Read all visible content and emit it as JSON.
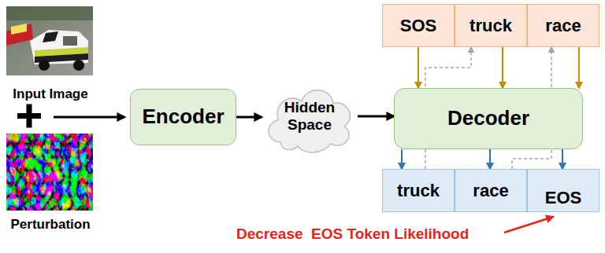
{
  "diagram": {
    "nodes": [
      {
        "text": [
          "Encoder"
        ]
      },
      {
        "text": [
          "Hidden Space"
        ]
      },
      {
        "text": [
          "Decoder"
        ]
      },
      {
        "text": [
          "SOS"
        ]
      },
      {
        "text": [
          "truck"
        ]
      },
      {
        "text": [
          "race"
        ]
      },
      {
        "text": [
          "truck"
        ]
      },
      {
        "text": [
          "race"
        ]
      },
      {
        "text": [
          "EOS"
        ]
      }
    ],
    "edges": [
      {
        "from": 0,
        "to": 1,
        "arrow": "to"
      },
      {
        "from": 1,
        "to": 2,
        "arrow": "to"
      },
      {
        "from": 3,
        "to": 2,
        "arrow": "to"
      },
      {
        "from": 4,
        "to": 2,
        "arrow": "to"
      },
      {
        "from": 5,
        "to": 2,
        "arrow": "to"
      },
      {
        "from": 2,
        "to": 6,
        "arrow": "to"
      },
      {
        "from": 2,
        "to": 7,
        "arrow": "to"
      },
      {
        "from": 2,
        "to": 8,
        "arrow": "to"
      },
      {
        "from": 6,
        "to": 4,
        "arrow": "to"
      },
      {
        "from": 7,
        "to": 5,
        "arrow": "to"
      }
    ],
    "labels": [
      "Input Image",
      "Perturbation",
      "Decrease  EOS Token Likelihood"
    ]
  }
}
